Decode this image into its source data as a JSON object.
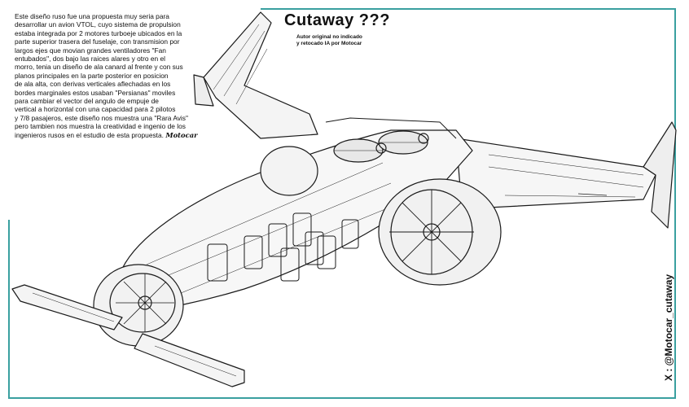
{
  "description": {
    "text": "Este diseño ruso fue una propuesta muy seria para\ndesarrollar un avion VTOL, cuyo sistema de propulsion\nestaba integrada por 2 motores turboeje ubicados en la\nparte superior trasera del fuselaje, con transmision por\nlargos ejes que movian grandes ventiladores \"Fan\nentubados\", dos bajo las raices alares y otro en el\nmorro, tenia un diseño de ala canard al frente y con sus\nplanos principales en la parte posterior en posicion\nde ala alta, con derivas verticales aflechadas en los\nbordes marginales estos usaban \"Persianas\" moviles\npara cambiar el vector del angulo de empuje de\nvertical a horizontal con una capacidad para 2 pilotos\ny 7/8 pasajeros, este diseño nos muestra una \"Rara Avis\"\npero tambien nos muestra la creatividad e ingenio de los\ningenieros rusos en el estudio de esta propuesta. ",
    "signature": "Motocar"
  },
  "title": "Cutaway ???",
  "subtitle": "Autor original no indicado\ny retocado IA por Motocar",
  "social_handle": "X : @Motocar_cutaway",
  "colors": {
    "frame": "#3aa0a0",
    "ink": "#1a1a1a",
    "background": "#ffffff"
  }
}
